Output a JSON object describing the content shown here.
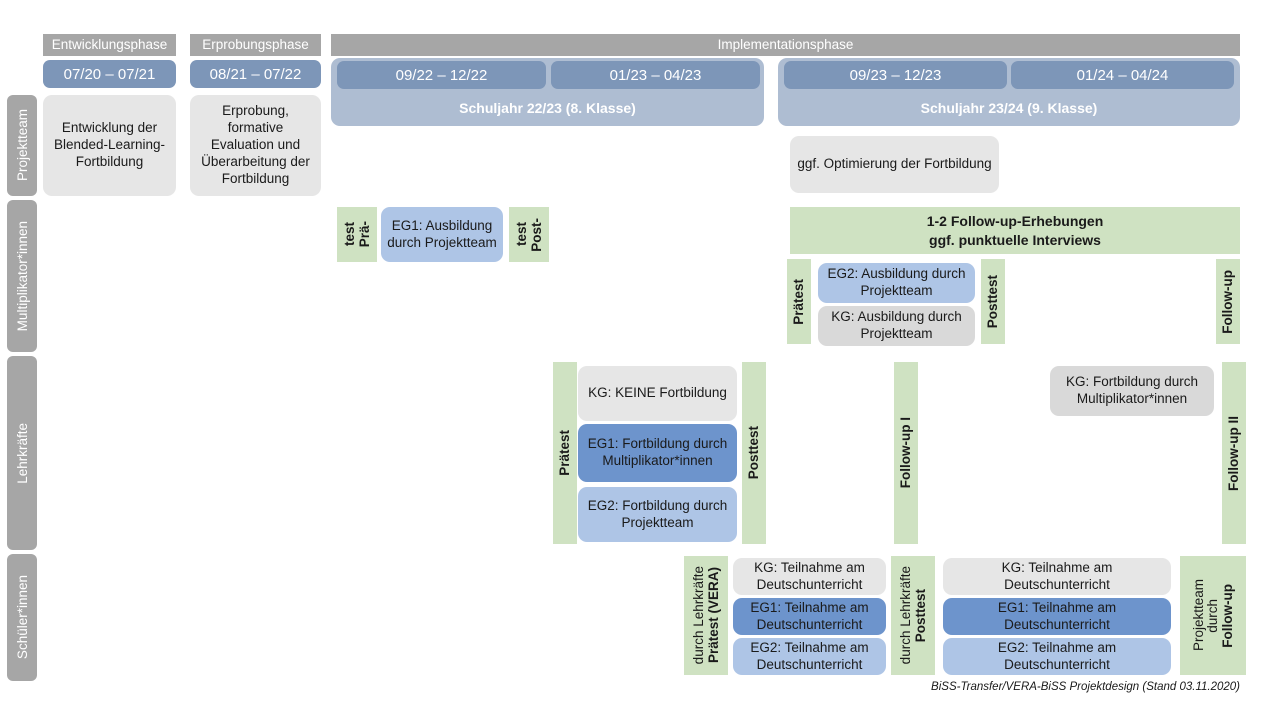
{
  "diagram": {
    "title": "BiSS-Transfer/VERA-BiSS Projektdesign",
    "footer": "BiSS-Transfer/VERA-BiSS Projektdesign (Stand 03.11.2020)"
  },
  "phases": [
    {
      "label": "Entwicklungsphase"
    },
    {
      "label": "Erprobungsphase"
    },
    {
      "label": "Implementationsphase"
    }
  ],
  "periods": [
    {
      "label": "07/20 – 07/21"
    },
    {
      "label": "08/21 – 07/22"
    },
    {
      "label": "09/22 – 12/22"
    },
    {
      "label": "01/23 – 04/23"
    },
    {
      "label": "09/23 – 12/23"
    },
    {
      "label": "01/24 – 04/24"
    }
  ],
  "school_years": [
    {
      "label": "Schuljahr 22/23 (8. Klasse)"
    },
    {
      "label": "Schuljahr 23/24 (9. Klasse)"
    }
  ],
  "rows": [
    {
      "label": "Projektteam"
    },
    {
      "label": "Multiplikator*innen"
    },
    {
      "label": "Lehrkräfte"
    },
    {
      "label": "Schüler*innen"
    }
  ],
  "projektteam": {
    "entwicklung": "Entwicklung der Blended-Learning-Fortbildung",
    "erprobung": "Erprobung, formative Evaluation und Überarbeitung der Fortbildung",
    "optimierung": "ggf. Optimierung der Fortbildung"
  },
  "multiplikatoren": {
    "praetest_l1": "Prä-",
    "praetest_l2": "test",
    "eg1": "EG1: Ausbildung durch Projektteam",
    "posttest_l1": "Post-",
    "posttest_l2": "test",
    "followup_banner_l1": "1-2 Follow-up-Erhebungen",
    "followup_banner_l2": "ggf. punktuelle Interviews",
    "praetest2": "Prätest",
    "eg2": "EG2: Ausbildung durch Projektteam",
    "kg": "KG: Ausbildung durch Projektteam",
    "posttest2": "Posttest",
    "followup": "Follow-up"
  },
  "lehrkraefte": {
    "praetest": "Prätest",
    "kg": "KG:  KEINE Fortbildung",
    "eg1": "EG1: Fortbildung durch Multiplikator*innen",
    "eg2": "EG2: Fortbildung durch Projektteam",
    "posttest": "Posttest",
    "followup1": "Follow-up I",
    "kg2": "KG: Fortbildung durch Multiplikator*innen",
    "followup2": "Follow-up II"
  },
  "schueler": {
    "praetest_l1": "Prätest (VERA)",
    "praetest_l2": "durch Lehrkräfte",
    "kg1": "KG: Teilnahme am Deutschunterricht",
    "eg1_1": "EG1: Teilnahme am Deutschunterricht",
    "eg2_1": "EG2: Teilnahme am Deutschunterricht",
    "posttest_l1": "Posttest",
    "posttest_l2": "durch Lehrkräfte",
    "kg2": "KG: Teilnahme am Deutschunterricht",
    "eg1_2": "EG1: Teilnahme am Deutschunterricht",
    "eg2_2": "EG2: Teilnahme am Deutschunterricht",
    "followup_l1": "Follow-up",
    "followup_l2": "durch",
    "followup_l3": "Projektteam"
  },
  "colors": {
    "gray_header": "#a6a6a6",
    "date_blue": "#7d96b8",
    "schuljahr_blue": "#aebdd2",
    "green": "#cfe2c2",
    "eg1_blue": "#6d94cc",
    "eg2_blue": "#aec5e6",
    "kg_gray": "#d9d9d9",
    "box_gray": "#e6e6e6"
  }
}
